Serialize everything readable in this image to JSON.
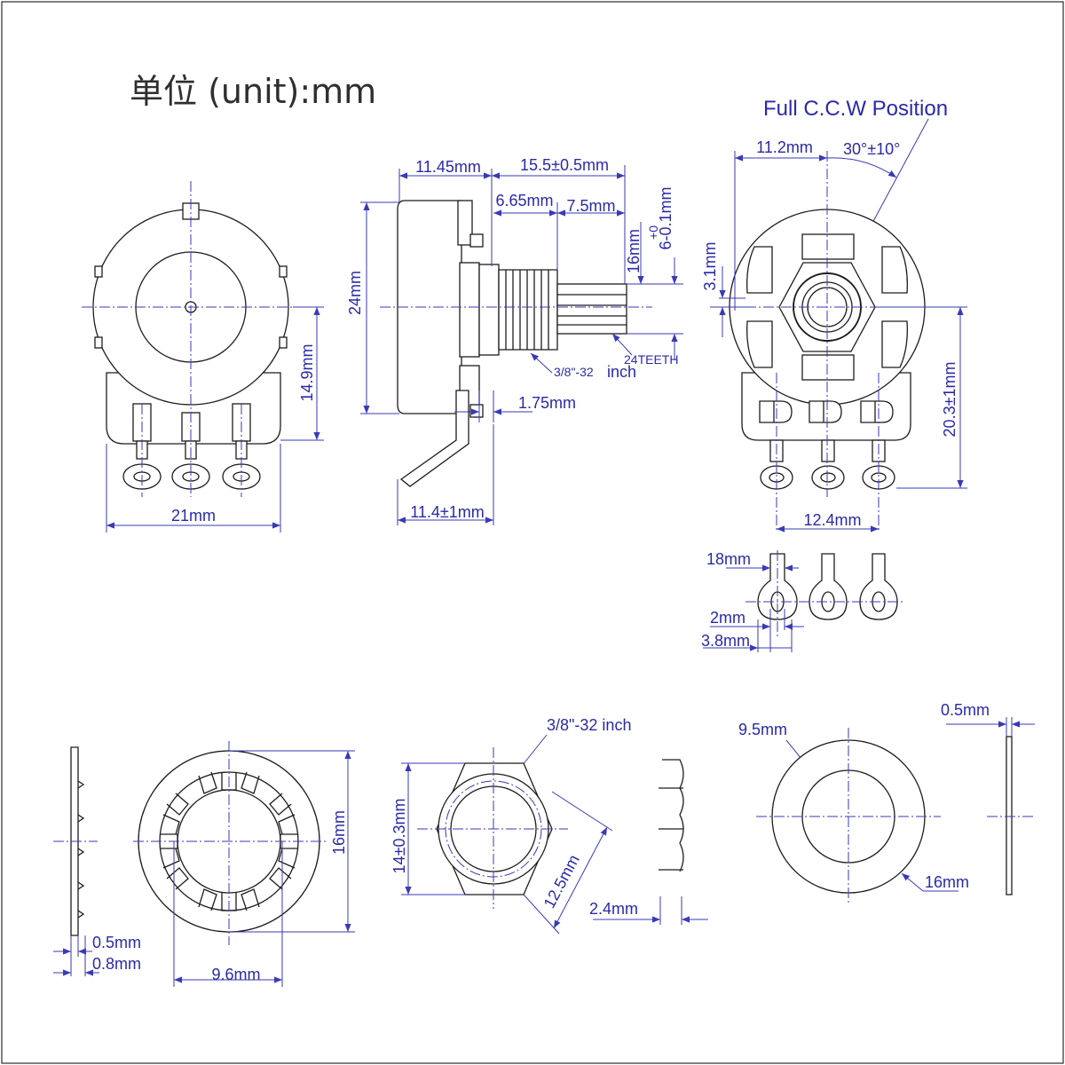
{
  "unit_label": "单位  (unit):mm",
  "ccw_label": "Full C.C.W Position",
  "front": {
    "w": "21mm",
    "h": "14.9mm"
  },
  "side": {
    "d1145": "11.45mm",
    "d155": "15.5±0.5mm",
    "d665": "6.65mm",
    "d75": "7.5mm",
    "d24": "24mm",
    "d16": "16mm",
    "dtol": "+0",
    "d6": "6-0.1mm",
    "teeth": "24TEETH",
    "thread": "3/8\"-32",
    "inch": "inch",
    "d175": "1.75mm",
    "d114": "11.4±1mm"
  },
  "back": {
    "d112": "11.2mm",
    "ang": "30°±10°",
    "d31": "3.1mm",
    "d203": "20.3±1mm",
    "d124": "12.4mm"
  },
  "lugs": {
    "d18": "18mm",
    "d2": "2mm",
    "d38": "3.8mm"
  },
  "washer": {
    "d05": "0.5mm",
    "d08": "0.8mm",
    "d96": "9.6mm",
    "d16": "16mm"
  },
  "nut": {
    "thread": "3/8\"-32 inch",
    "d14": "14±0.3mm",
    "d125": "12.5mm",
    "d24": "2.4mm"
  },
  "flat": {
    "d95": "9.5mm",
    "d05": "0.5mm",
    "d16": "16mm"
  }
}
